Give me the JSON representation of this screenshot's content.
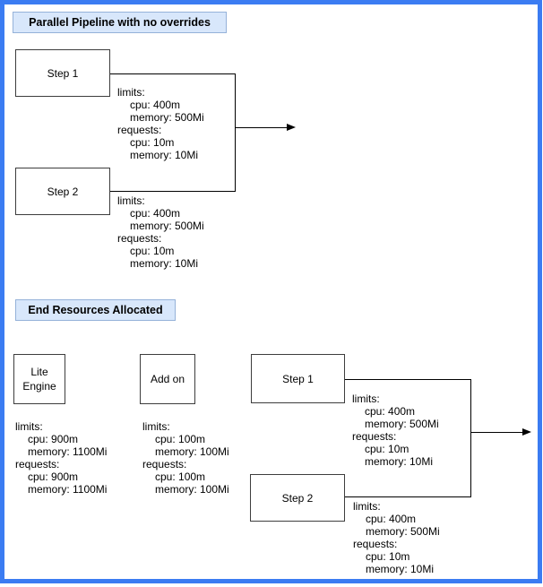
{
  "colors": {
    "frame_border": "#3b7cf2",
    "title_fill": "#d8e7fb",
    "title_stroke": "#95b2d9",
    "node_stroke": "#3d3d3d",
    "connector": "#000000"
  },
  "section_pipeline": {
    "title": "Parallel Pipeline with no overrides",
    "step1": {
      "label": "Step 1",
      "resources": [
        "limits:",
        "cpu: 400m",
        "memory: 500Mi",
        "requests:",
        "cpu: 10m",
        "memory: 10Mi"
      ]
    },
    "step2": {
      "label": "Step 2",
      "resources": [
        "limits:",
        "cpu: 400m",
        "memory: 500Mi",
        "requests:",
        "cpu: 10m",
        "memory: 10Mi"
      ]
    }
  },
  "section_end_resources": {
    "title": "End Resources Allocated",
    "lite_engine": {
      "label": "Lite\nEngine",
      "resources": [
        "limits:",
        "cpu: 900m",
        "memory: 1100Mi",
        "requests:",
        "cpu: 900m",
        "memory: 1100Mi"
      ]
    },
    "add_on": {
      "label": "Add on",
      "resources": [
        "limits:",
        "cpu: 100m",
        "memory: 100Mi",
        "requests:",
        "cpu: 100m",
        "memory: 100Mi"
      ]
    },
    "step1": {
      "label": "Step 1",
      "resources": [
        "limits:",
        "cpu: 400m",
        "memory: 500Mi",
        "requests:",
        "cpu: 10m",
        "memory: 10Mi"
      ]
    },
    "step2": {
      "label": "Step 2",
      "resources": [
        "limits:",
        "cpu: 400m",
        "memory: 500Mi",
        "requests:",
        "cpu: 10m",
        "memory: 10Mi"
      ]
    }
  }
}
